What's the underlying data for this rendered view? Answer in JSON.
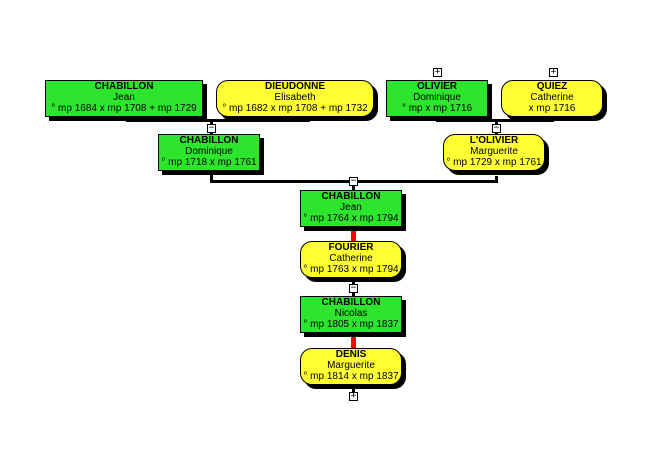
{
  "people": {
    "chabillon_jean_1": {
      "surname": "CHABILLON",
      "given": "Jean",
      "dates": "° mp 1684 x mp 1708 + mp 1729"
    },
    "dieudonne_elisabeth": {
      "surname": "DIEUDONNE",
      "given": "Elisabeth",
      "dates": "° mp 1682 x mp 1708 + mp 1732"
    },
    "olivier_dominique": {
      "surname": "OLIVIER",
      "given": "Dominique",
      "dates": "° mp x mp 1716"
    },
    "quiez_catherine": {
      "surname": "QUIEZ",
      "given": "Catherine",
      "dates": "x mp 1716"
    },
    "chabillon_dominique": {
      "surname": "CHABILLON",
      "given": "Dominique",
      "dates": "° mp 1718 x mp 1761"
    },
    "lolivier_marguerite": {
      "surname": "L'OLIVIER",
      "given": "Marguerite",
      "dates": "° mp 1729 x mp 1761"
    },
    "chabillon_jean_2": {
      "surname": "CHABILLON",
      "given": "Jean",
      "dates": "° mp 1764 x mp 1794"
    },
    "fourier_catherine": {
      "surname": "FOURIER",
      "given": "Catherine",
      "dates": "° mp 1763 x mp 1794"
    },
    "chabillon_nicolas": {
      "surname": "CHABILLON",
      "given": "Nicolas",
      "dates": "° mp 1805 x mp 1837"
    },
    "denis_marguerite": {
      "surname": "DENIS",
      "given": "Marguerite",
      "dates": "° mp 1814 x mp 1837"
    }
  },
  "toggles": {
    "expand": "+",
    "collapse": "−"
  },
  "colors": {
    "male": "#2de52d",
    "female": "#ffff33",
    "marriage_link": "#ff0000",
    "lines": "#000000"
  }
}
